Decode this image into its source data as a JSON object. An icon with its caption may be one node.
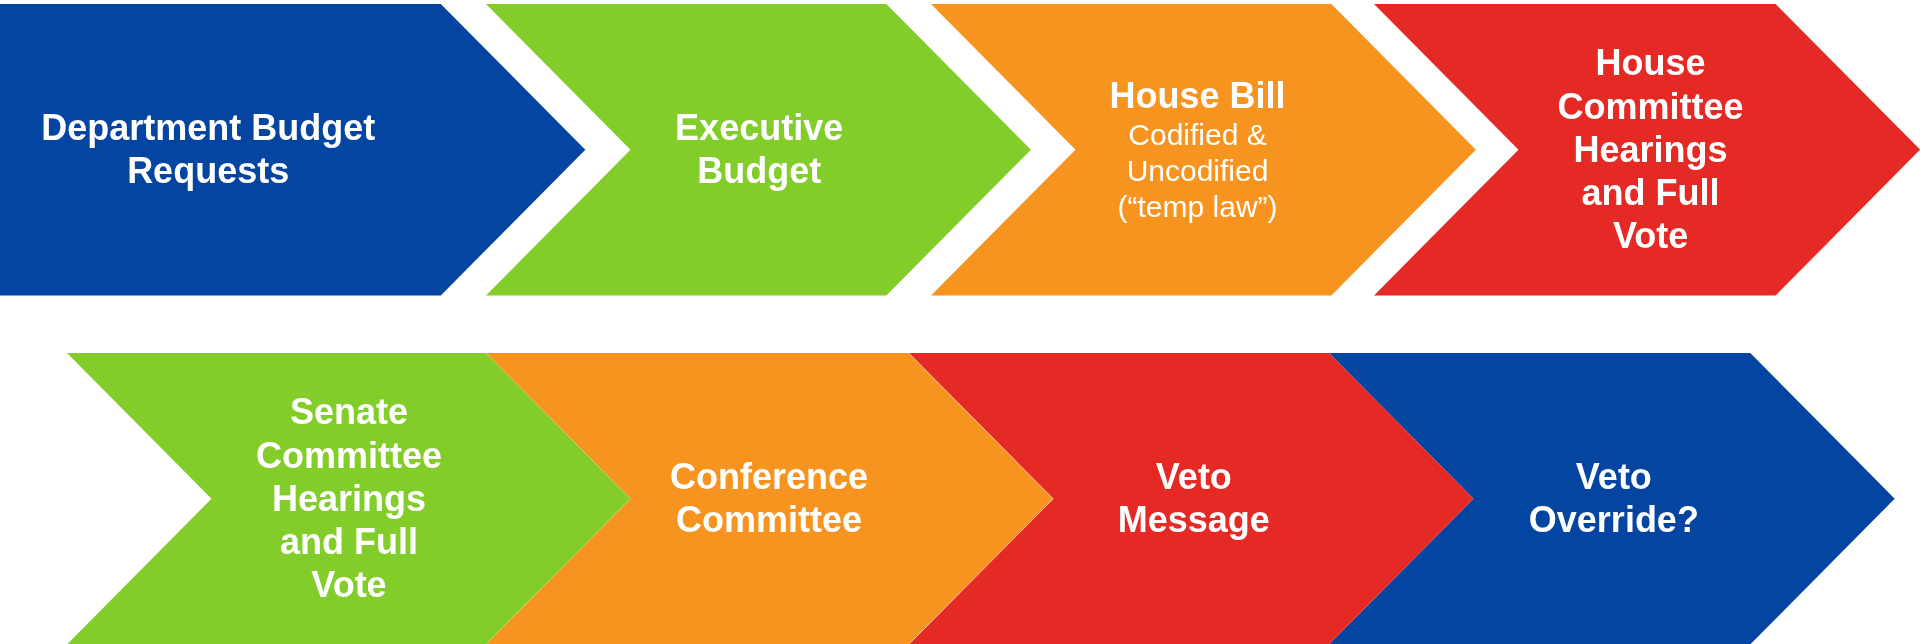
{
  "diagram": {
    "nodes": [
      {
        "text": [
          "Department Budget Requests"
        ]
      },
      {
        "text": [
          "Executive Budget"
        ]
      },
      {
        "text": [
          "House Bill",
          "Codified & Uncodified (“temp law”)"
        ]
      },
      {
        "text": [
          "House Committee Hearings and Full Vote"
        ]
      },
      {
        "text": [
          "Senate Committee Hearings and Full Vote"
        ]
      },
      {
        "text": [
          "Conference Committee"
        ]
      },
      {
        "text": [
          "Veto Message"
        ]
      },
      {
        "text": [
          "Veto Override?"
        ]
      }
    ]
  }
}
